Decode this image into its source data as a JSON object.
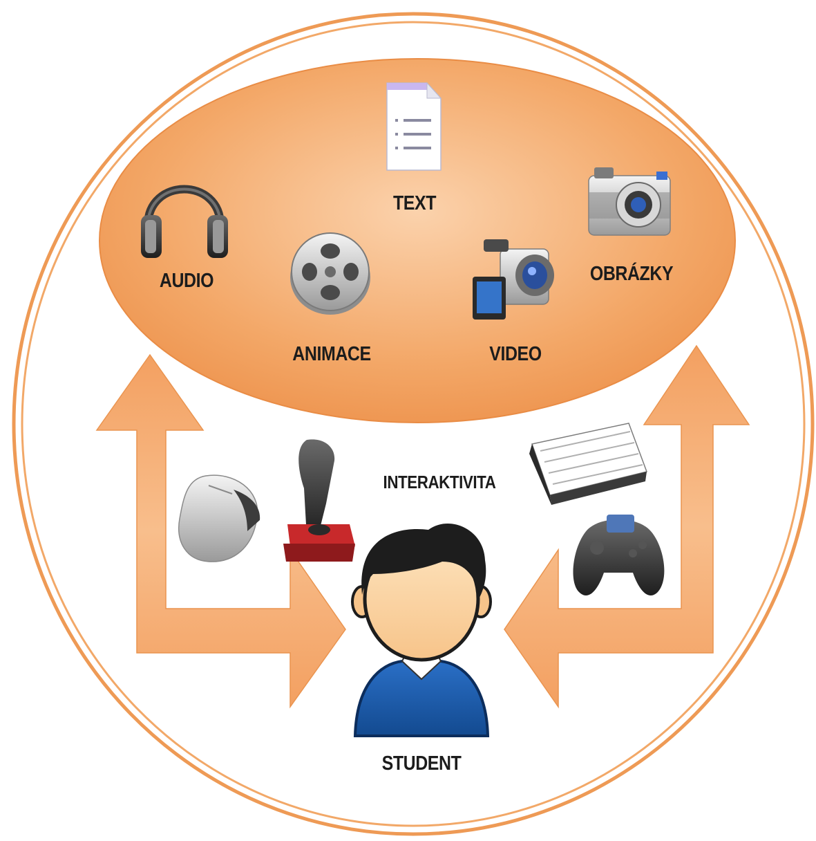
{
  "media": {
    "text_label": "TEXT",
    "audio_label": "AUDIO",
    "animace_label": "ANIMACE",
    "video_label": "VIDEO",
    "obrazky_label": "OBRÁZKY"
  },
  "interaction": {
    "label": "INTERAKTIVITA"
  },
  "student": {
    "label": "STUDENT"
  },
  "colors": {
    "ring": "#f0a060",
    "ellipse": "#f2a060",
    "arrow": "#f3a466",
    "skin": "#fcd7a4",
    "hair": "#1d1d1d",
    "shirt": "#1e5ba8"
  },
  "icons": [
    "headphones-icon",
    "film-reel-icon",
    "document-icon",
    "camcorder-icon",
    "camera-icon",
    "mouse-icon",
    "joystick-icon",
    "keyboard-icon",
    "gamepad-icon",
    "student-avatar-icon"
  ]
}
